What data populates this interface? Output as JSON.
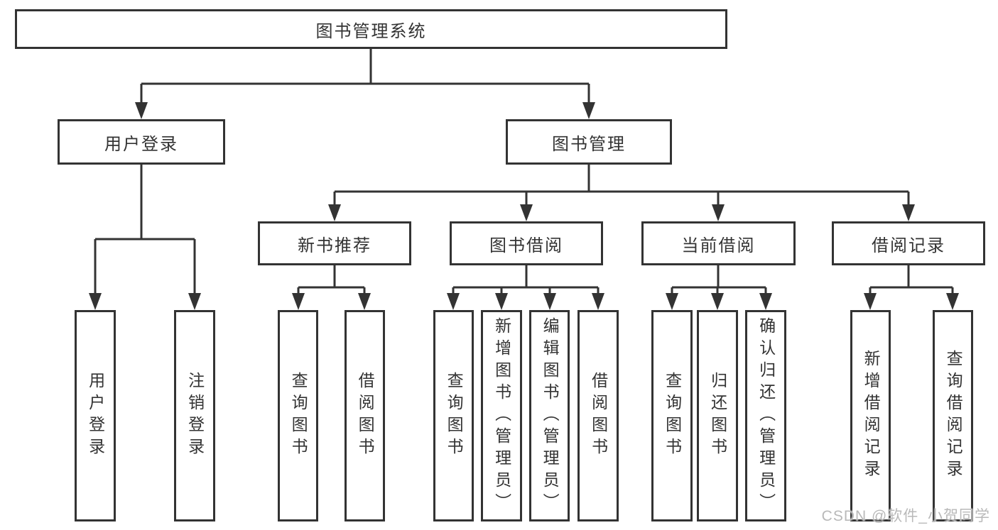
{
  "tree": {
    "label": "图书管理系统",
    "children": [
      {
        "label": "用户登录",
        "children": [
          {
            "label": "用户登录"
          },
          {
            "label": "注销登录"
          }
        ]
      },
      {
        "label": "图书管理",
        "children": [
          {
            "label": "新书推荐",
            "children": [
              {
                "label": "查询图书"
              },
              {
                "label": "借阅图书"
              }
            ]
          },
          {
            "label": "图书借阅",
            "children": [
              {
                "label": "查询图书"
              },
              {
                "label": "新增图书（管理员）"
              },
              {
                "label": "编辑图书（管理员）"
              },
              {
                "label": "借阅图书"
              }
            ]
          },
          {
            "label": "当前借阅",
            "children": [
              {
                "label": "查询图书"
              },
              {
                "label": "归还图书"
              },
              {
                "label": "确认归还（管理员）"
              }
            ]
          },
          {
            "label": "借阅记录",
            "children": [
              {
                "label": "新增借阅记录"
              },
              {
                "label": "查询借阅记录"
              }
            ]
          }
        ]
      }
    ]
  },
  "watermark": "CSDN @软件_小贺同学",
  "colors": {
    "line": "#333333",
    "text": "#333333",
    "box_background": "#ffffff",
    "watermark": "#b9b9b9",
    "background": "#ffffff"
  }
}
